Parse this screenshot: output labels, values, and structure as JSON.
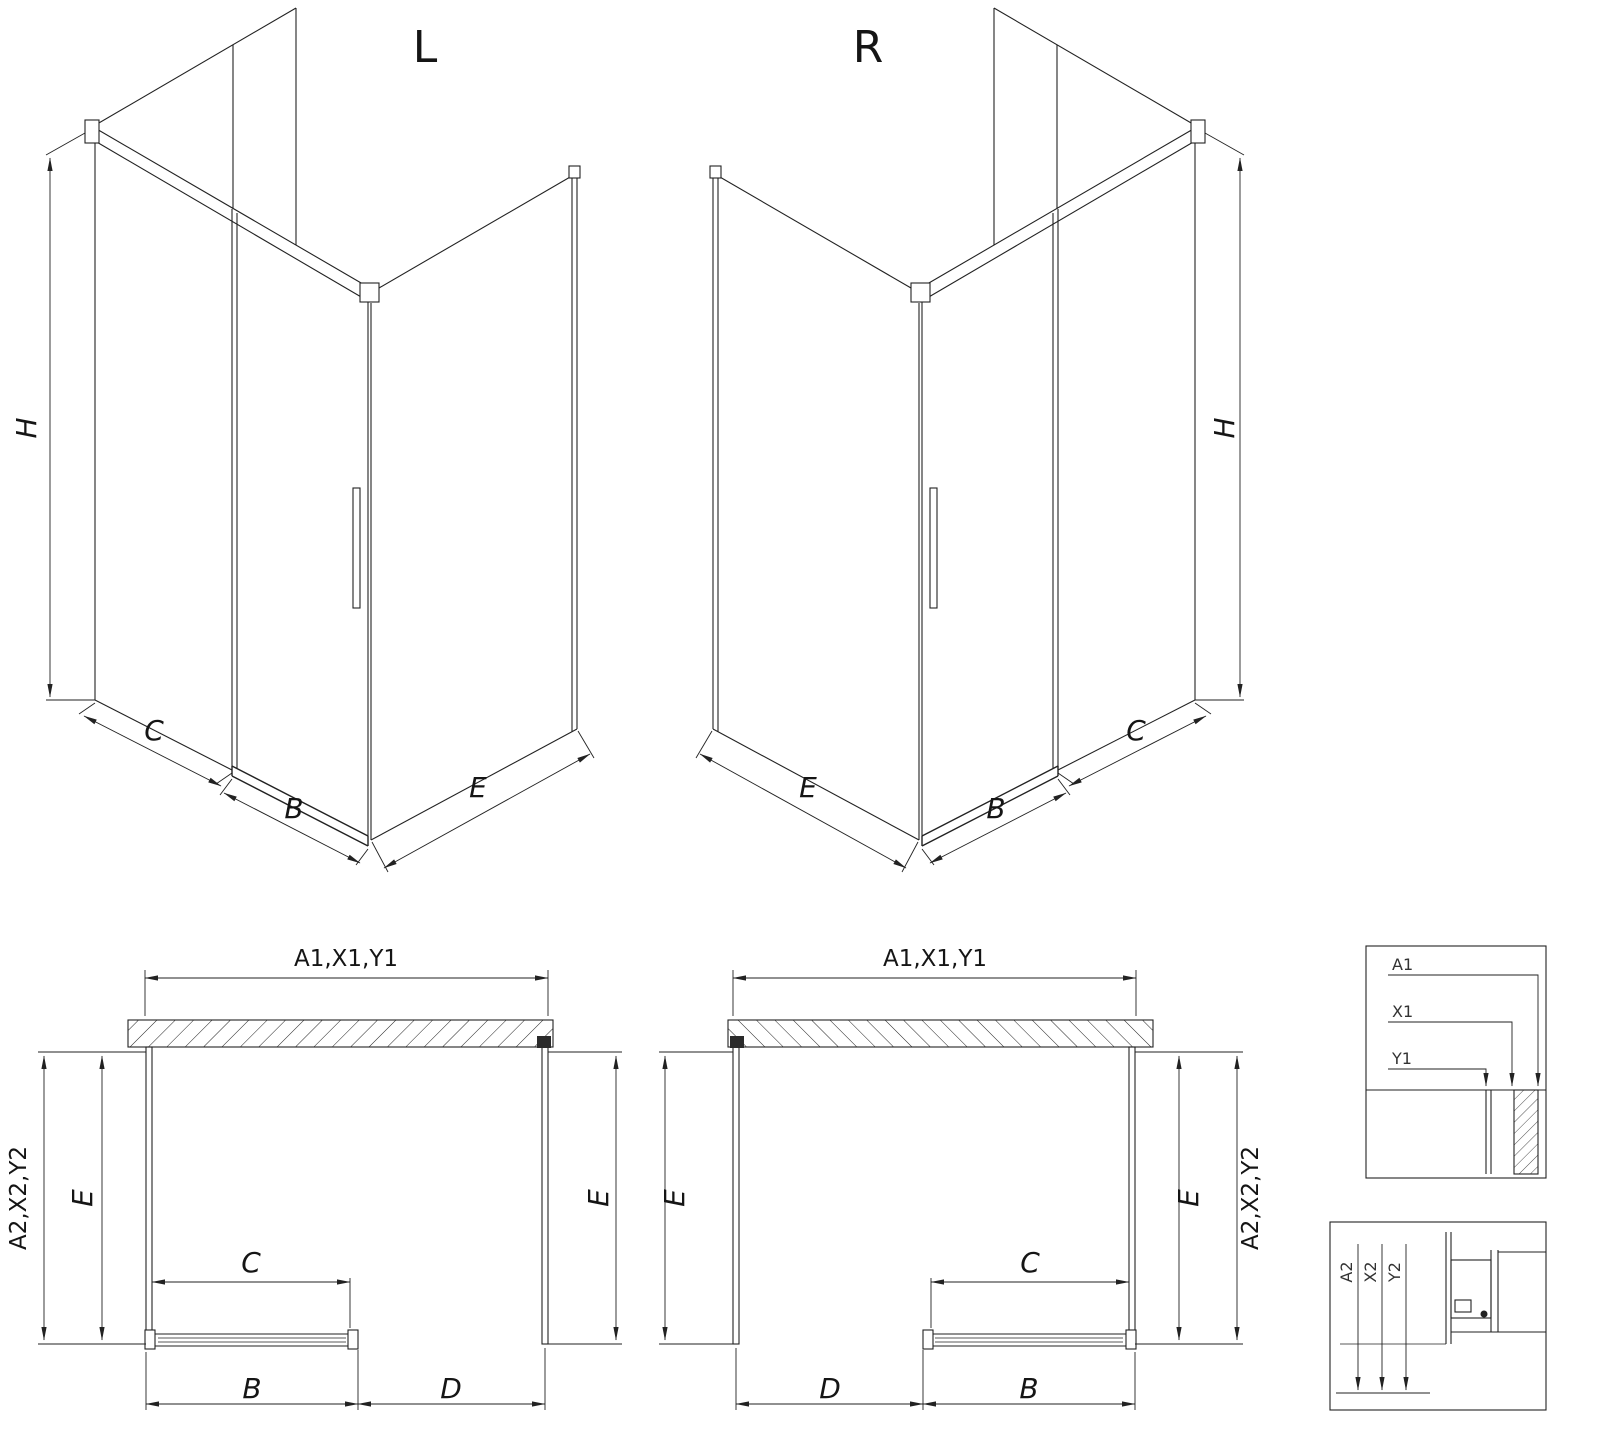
{
  "drawing": {
    "views": {
      "iso_left": {
        "label": "L",
        "dim_height": "H",
        "dim_c": "C",
        "dim_b": "B",
        "dim_e": "E"
      },
      "iso_right": {
        "label": "R",
        "dim_height": "H",
        "dim_c": "C",
        "dim_b": "B",
        "dim_e": "E"
      },
      "plan_left": {
        "dim_width_top": "A1,X1,Y1",
        "dim_depth_outer": "A2,X2,Y2",
        "dim_depth_left": "E",
        "dim_depth_right": "E",
        "dim_c": "C",
        "dim_b": "B",
        "dim_d": "D"
      },
      "plan_right": {
        "dim_width_top": "A1,X1,Y1",
        "dim_depth_outer": "A2,X2,Y2",
        "dim_depth_left": "E",
        "dim_depth_right": "E",
        "dim_c": "C",
        "dim_b": "B",
        "dim_d": "D"
      },
      "detail_top": {
        "dim_a1": "A1",
        "dim_x1": "X1",
        "dim_y1": "Y1"
      },
      "detail_bottom": {
        "dim_a2": "A2",
        "dim_x2": "X2",
        "dim_y2": "Y2"
      }
    },
    "colors": {
      "line": "#222222",
      "background": "#ffffff"
    }
  }
}
